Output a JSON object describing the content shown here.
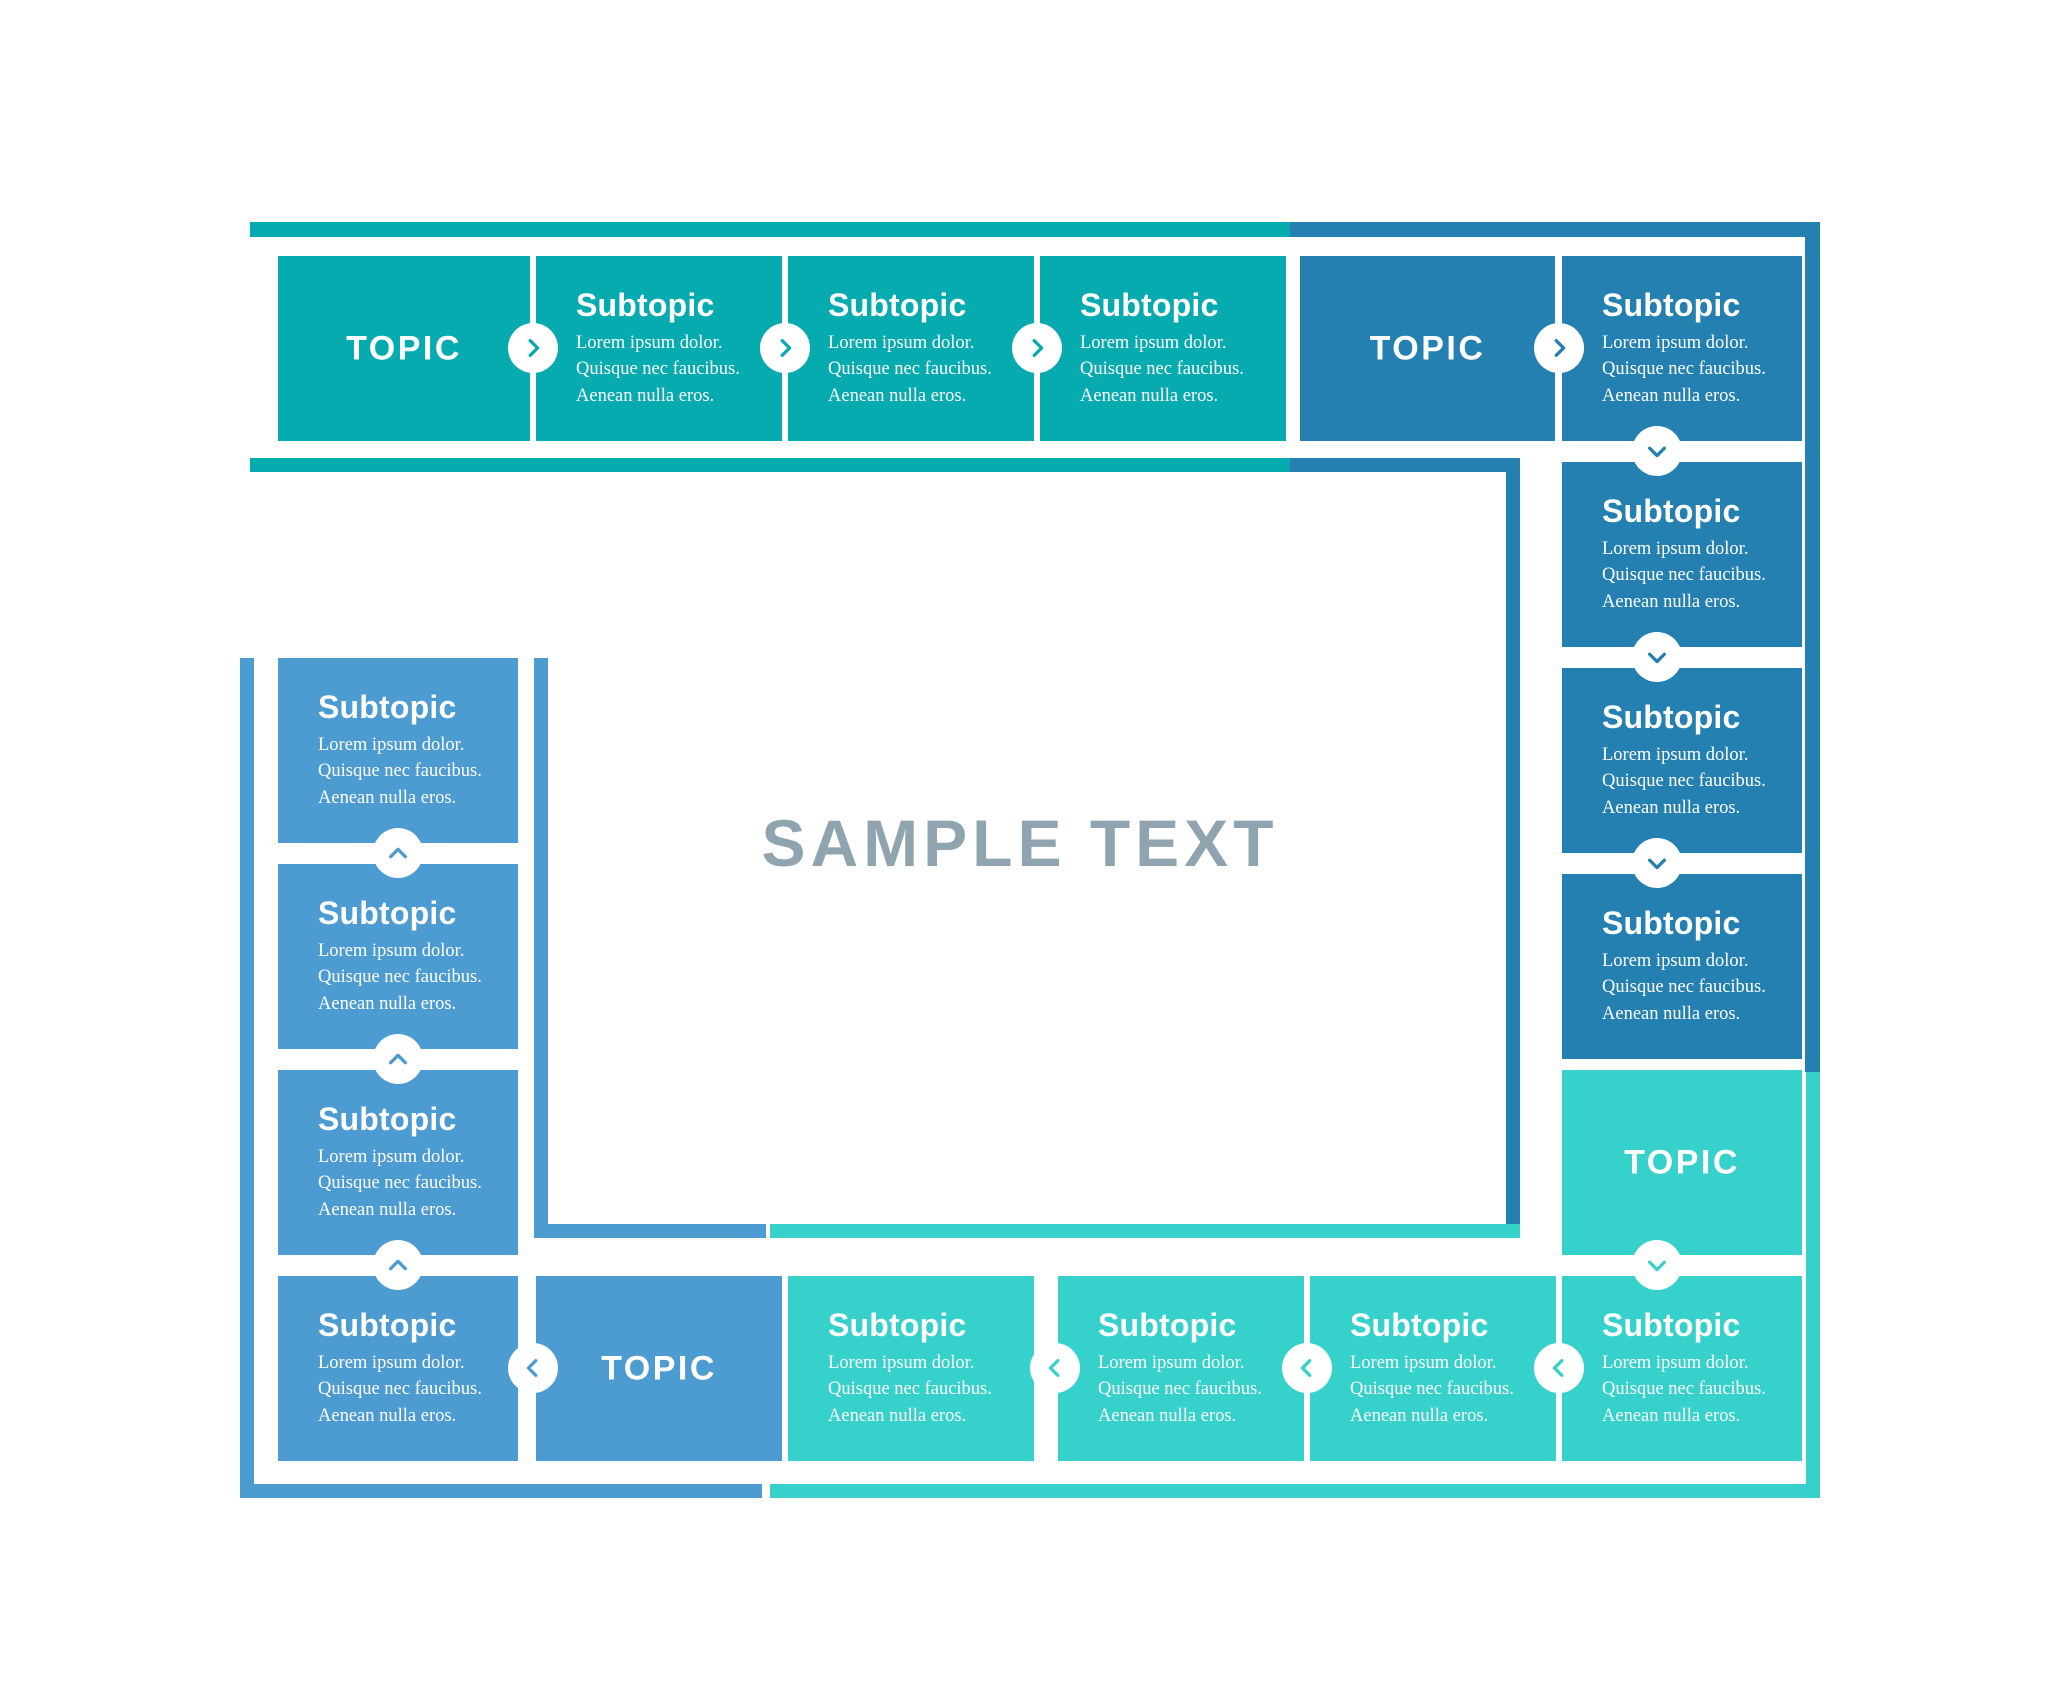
{
  "center": {
    "sample_text": "SAMPLE TEXT"
  },
  "colors": {
    "teal": "#06ABAF",
    "blue": "#2380B0",
    "light_blue": "#4C9BD1",
    "mint": "#37D1CB",
    "sample_text": "#8FA4AE",
    "background": "#FFFFFF",
    "connector_bg": "#FFFFFF"
  },
  "body_lines": {
    "line1": "Lorem ipsum dolor.",
    "line2": "Quisque nec faucibus.",
    "line3": "Aenean nulla eros."
  },
  "labels": {
    "topic": "TOPIC",
    "subtopic": "Subtopic"
  },
  "groups": {
    "top_left": {
      "name": "teal-top-row",
      "color": "#06ABAF",
      "topic": "TOPIC",
      "subtopics": [
        {
          "title": "Subtopic",
          "line1": "Lorem ipsum dolor.",
          "line2": "Quisque nec faucibus.",
          "line3": "Aenean nulla eros."
        },
        {
          "title": "Subtopic",
          "line1": "Lorem ipsum dolor.",
          "line2": "Quisque nec faucibus.",
          "line3": "Aenean nulla eros."
        },
        {
          "title": "Subtopic",
          "line1": "Lorem ipsum dolor.",
          "line2": "Quisque nec faucibus.",
          "line3": "Aenean nulla eros."
        }
      ],
      "connector_icons": [
        "chevron-right-icon",
        "chevron-right-icon",
        "chevron-right-icon"
      ]
    },
    "top_right": {
      "name": "blue-right-column",
      "color": "#2380B0",
      "topic": "TOPIC",
      "subtopics": [
        {
          "title": "Subtopic",
          "line1": "Lorem ipsum dolor.",
          "line2": "Quisque nec faucibus.",
          "line3": "Aenean nulla eros."
        },
        {
          "title": "Subtopic",
          "line1": "Lorem ipsum dolor.",
          "line2": "Quisque nec faucibus.",
          "line3": "Aenean nulla eros."
        },
        {
          "title": "Subtopic",
          "line1": "Lorem ipsum dolor.",
          "line2": "Quisque nec faucibus.",
          "line3": "Aenean nulla eros."
        },
        {
          "title": "Subtopic",
          "line1": "Lorem ipsum dolor.",
          "line2": "Quisque nec faucibus.",
          "line3": "Aenean nulla eros."
        }
      ],
      "connector_icons": [
        "chevron-right-icon",
        "chevron-down-icon",
        "chevron-down-icon",
        "chevron-down-icon"
      ]
    },
    "bottom_left": {
      "name": "lightblue-left-column",
      "color": "#4C9BD1",
      "topic": "TOPIC",
      "subtopics": [
        {
          "title": "Subtopic",
          "line1": "Lorem ipsum dolor.",
          "line2": "Quisque nec faucibus.",
          "line3": "Aenean nulla eros."
        },
        {
          "title": "Subtopic",
          "line1": "Lorem ipsum dolor.",
          "line2": "Quisque nec faucibus.",
          "line3": "Aenean nulla eros."
        },
        {
          "title": "Subtopic",
          "line1": "Lorem ipsum dolor.",
          "line2": "Quisque nec faucibus.",
          "line3": "Aenean nulla eros."
        },
        {
          "title": "Subtopic",
          "line1": "Lorem ipsum dolor.",
          "line2": "Quisque nec faucibus.",
          "line3": "Aenean nulla eros."
        }
      ],
      "connector_icons": [
        "chevron-up-icon",
        "chevron-up-icon",
        "chevron-up-icon",
        "chevron-left-icon"
      ]
    },
    "bottom_right": {
      "name": "mint-bottom-row",
      "color": "#37D1CB",
      "topic": "TOPIC",
      "subtopics": [
        {
          "title": "Subtopic",
          "line1": "Lorem ipsum dolor.",
          "line2": "Quisque nec faucibus.",
          "line3": "Aenean nulla eros."
        },
        {
          "title": "Subtopic",
          "line1": "Lorem ipsum dolor.",
          "line2": "Quisque nec faucibus.",
          "line3": "Aenean nulla eros."
        },
        {
          "title": "Subtopic",
          "line1": "Lorem ipsum dolor.",
          "line2": "Quisque nec faucibus.",
          "line3": "Aenean nulla eros."
        },
        {
          "title": "Subtopic",
          "line1": "Lorem ipsum dolor.",
          "line2": "Quisque nec faucibus.",
          "line3": "Aenean nulla eros."
        }
      ],
      "connector_icons": [
        "chevron-down-icon",
        "chevron-left-icon",
        "chevron-left-icon",
        "chevron-left-icon"
      ]
    }
  }
}
